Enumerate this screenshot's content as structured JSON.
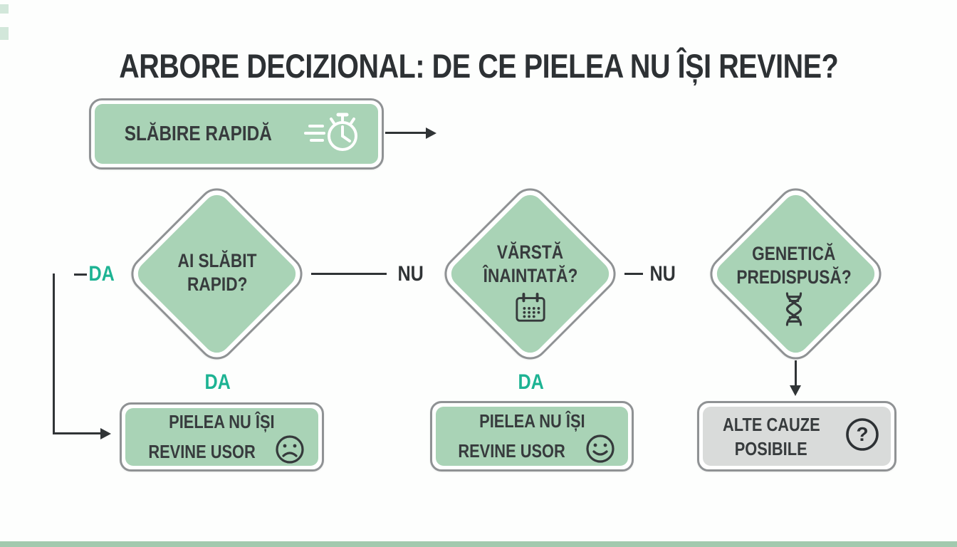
{
  "title": "ARBORE DECIZIONAL: DE CE PIELEA NU ÎȘI REVINE?",
  "colors": {
    "node_green": "#a9d3b6",
    "node_gray": "#d9dbda",
    "accent_teal": "#1db393",
    "line_dark": "#303436",
    "footer_bar": "#a2c9ae"
  },
  "start": {
    "label": "SLĂBIRE RAPIDĂ",
    "icon": "stopwatch-icon"
  },
  "decisions": [
    {
      "line1": "AI SLĂBIT",
      "line2": "RAPID?"
    },
    {
      "line1": "VĂRSTĂ",
      "line2": "ÎNAINTATĂ?",
      "icon": "calendar-icon"
    },
    {
      "line1": "GENETICĂ",
      "line2": "PREDISPUSĂ?",
      "icon": "dna-icon"
    }
  ],
  "results": [
    {
      "line1": "PIELEA NU ÎȘI",
      "line2": "REVINE USOR",
      "icon": "sad-face-icon"
    },
    {
      "line1": "PIELEA NU ÎȘI",
      "line2": "REVINE USOR",
      "icon": "happy-face-icon"
    },
    {
      "line1": "ALTE CAUZE",
      "line2": "POSIBILE",
      "icon": "question-icon"
    }
  ],
  "edge_labels": {
    "da_left": "DA",
    "da_1": "DA",
    "da_2": "DA",
    "nu_1": "NU",
    "nu_2": "NU"
  }
}
